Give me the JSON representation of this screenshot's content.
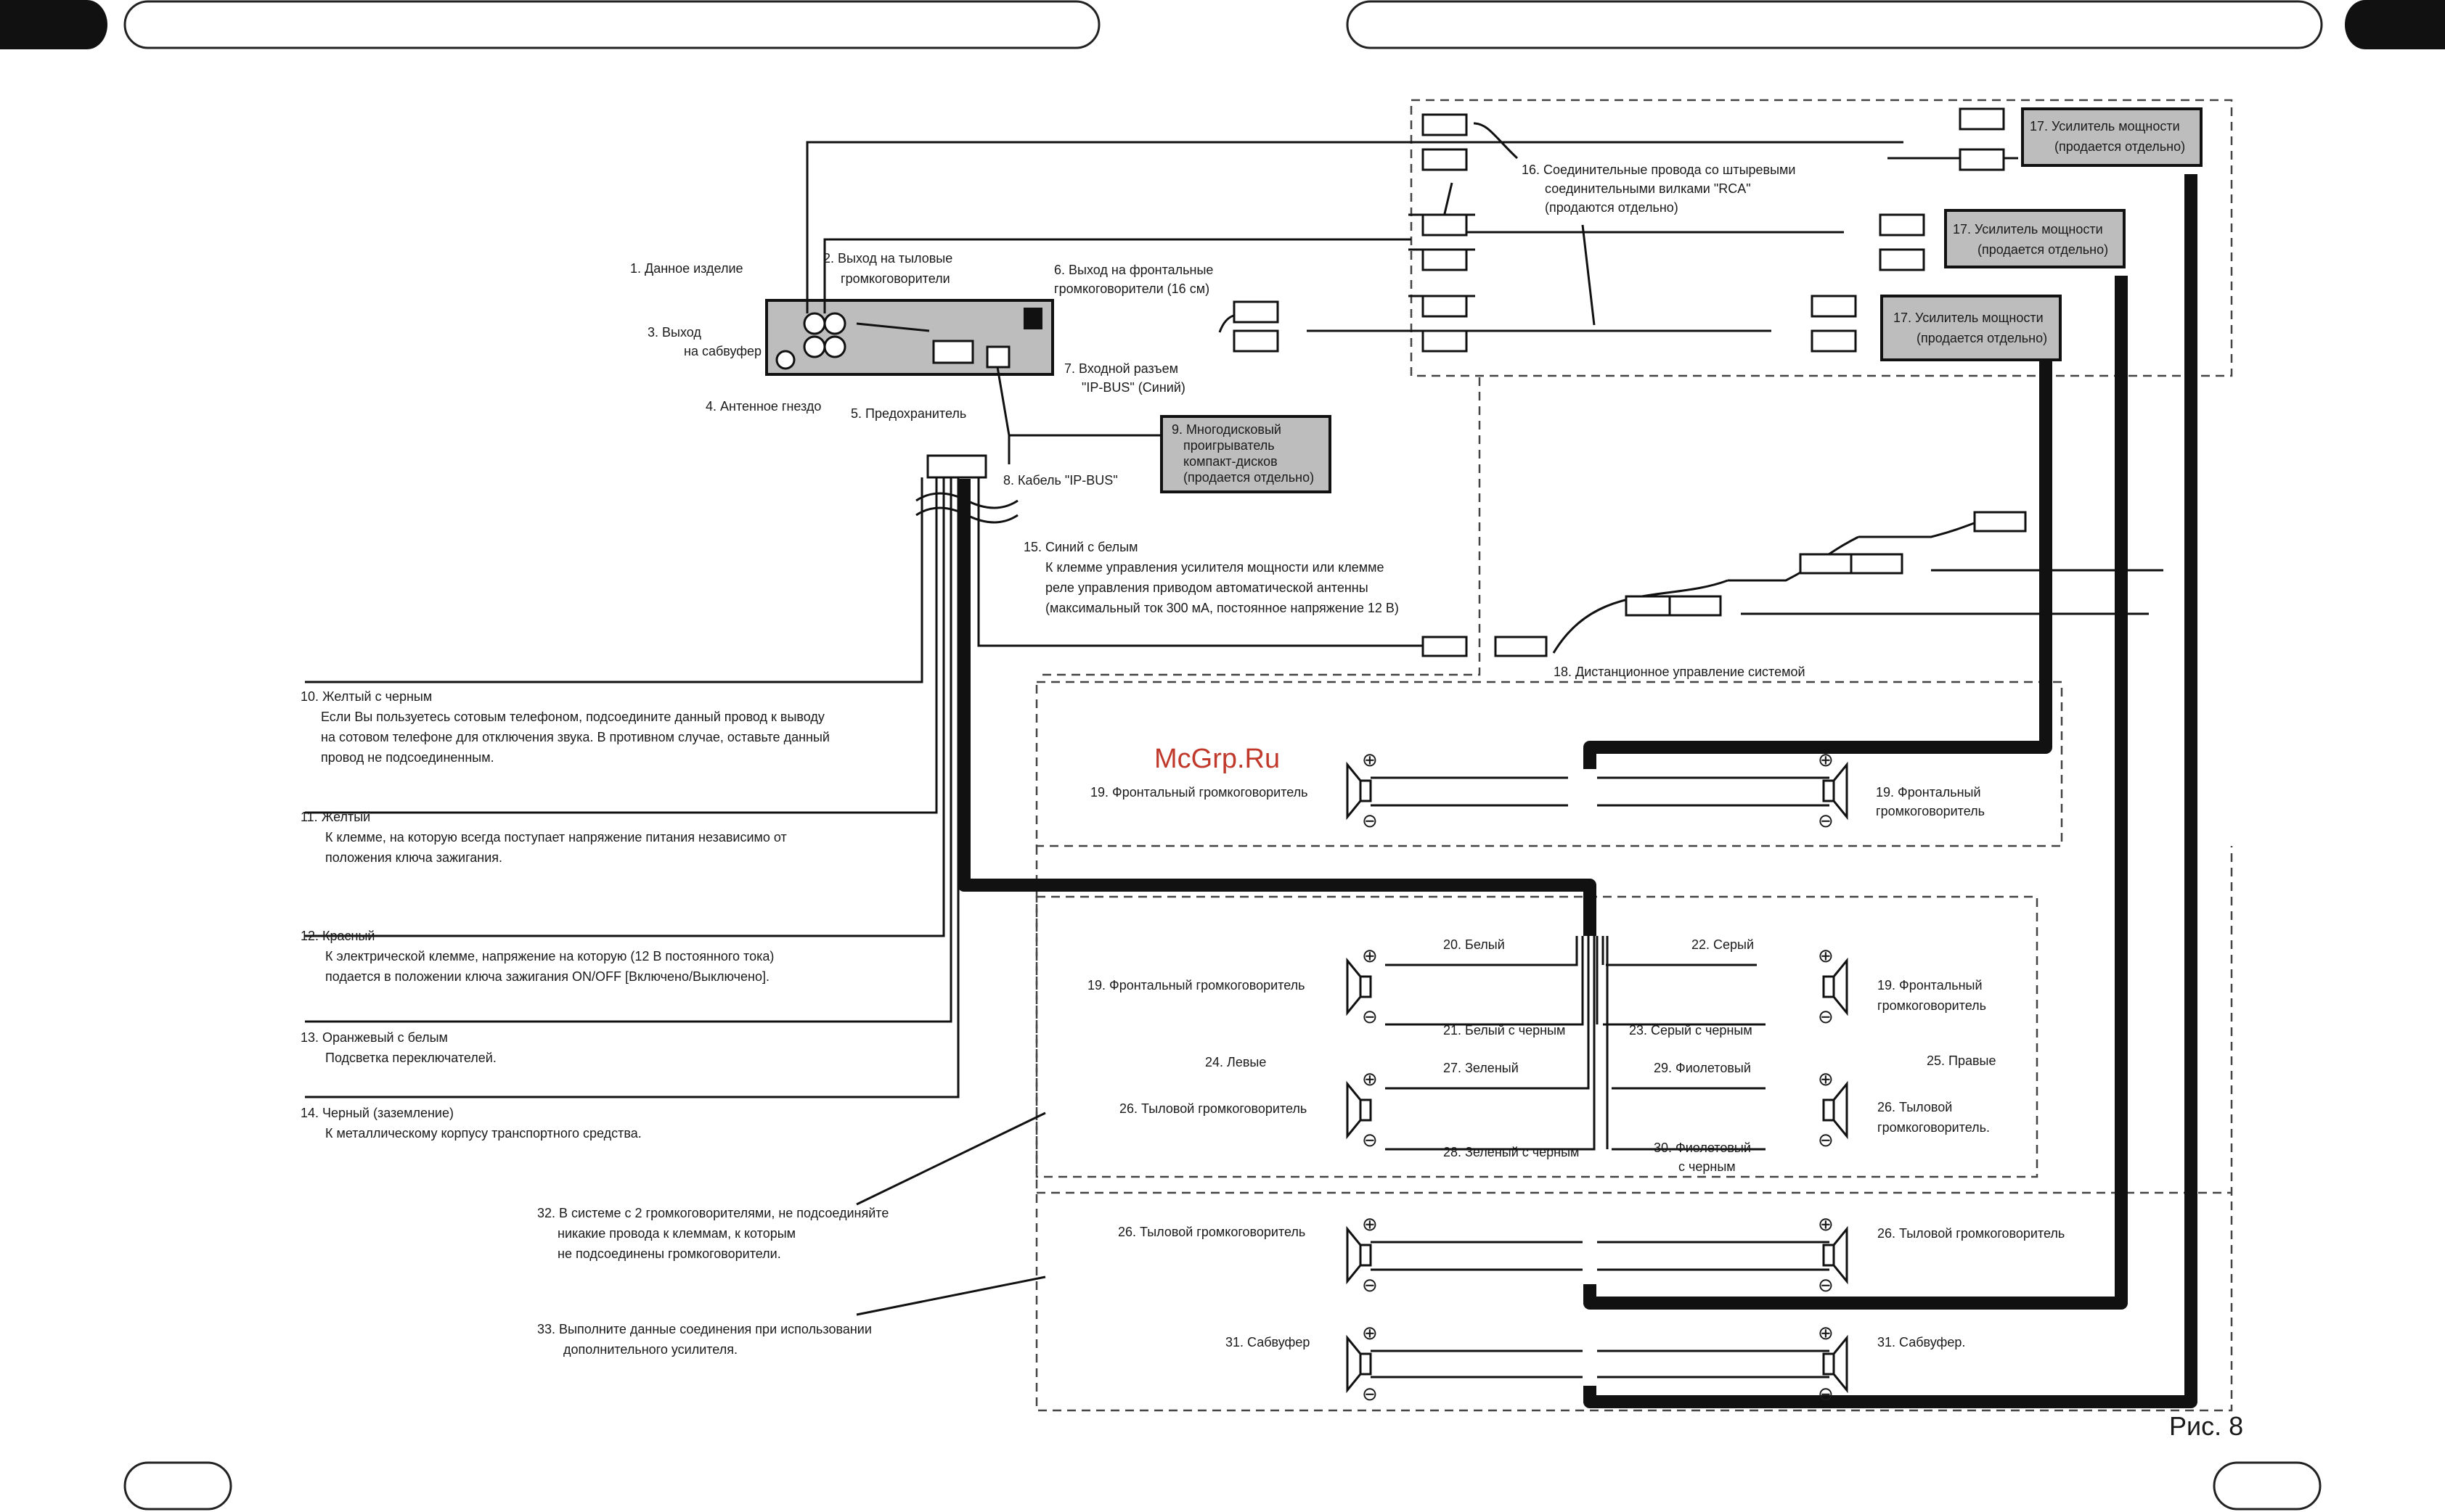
{
  "watermark": "McGrp.Ru",
  "figure_label": "Рис. 8",
  "labels": {
    "product": "1. Данное изделие",
    "rear_out_1": "2. Выход на тыловые",
    "rear_out_2": "громкоговорители",
    "sub_out_1": "3. Выход",
    "sub_out_2": "на сабвуфер",
    "antenna": "4. Антенное гнездо",
    "fuse": "5. Предохранитель",
    "front_out_1": "6. Выход на фронтальные",
    "front_out_2": "громкоговорители (16 см)",
    "ipbus_in_1": "7. Входной разъем",
    "ipbus_in_2": "\"IP-BUS\" (Синий)",
    "ipbus_cable": "8. Кабель \"IP-BUS\"",
    "cd_changer": [
      "9. Многодисковый",
      "проигрыватель",
      "компакт-дисков",
      "(продается отдельно)"
    ],
    "yellow_black": [
      "10. Желтый с черным",
      "Если Вы пользуетесь сотовым телефоном, подсоедините данный провод к выводу",
      "на сотовом телефоне для отключения звука. В противном случае, оставьте данный",
      "провод не подсоединенным."
    ],
    "yellow": [
      "11. Желтый",
      "К клемме, на которую всегда поступает напряжение питания независимо от",
      "положения ключа зажигания."
    ],
    "red": [
      "12. Красный",
      "К электрической клемме, напряжение на которую (12 В постоянного тока)",
      "подается в положении ключа зажигания ON/OFF [Включено/Выключено]."
    ],
    "orange_white": [
      "13. Оранжевый с белым",
      "Подсветка переключателей."
    ],
    "black_ground": [
      "14. Черный (заземление)",
      "К металлическому корпусу транспортного средства."
    ],
    "blue_white": [
      "15. Синий с белым",
      "К клемме управления усилителя мощности или клемме",
      "реле управления приводом автоматической антенны",
      "(максимальный ток 300 мА, постоянное напряжение 12 В)"
    ],
    "rca": [
      "16. Соединительные провода со штыревыми",
      "соединительными вилками \"RCA\"",
      "(продаются отдельно)"
    ],
    "amp": [
      "17. Усилитель мощности",
      "(продается отдельно)"
    ],
    "remote": "18. Дистанционное управление системой",
    "front_spk": "19. Фронтальный громкоговоритель",
    "front_spk_r": [
      "19. Фронтальный",
      "громкоговоритель"
    ],
    "white": "20. Белый",
    "white_black": "21. Белый с черным",
    "gray": "22. Серый",
    "gray_black": "23. Серый с черным",
    "left": "24. Левые",
    "right": "25. Правые",
    "rear_spk": "26. Тыловой громкоговоритель",
    "rear_spk_r1": [
      "26. Тыловой",
      "громкоговоритель."
    ],
    "rear_spk_r2": "26. Тыловой громкоговоритель",
    "green": "27. Зеленый",
    "green_black": "28. Зеленый с черным",
    "violet": "29. Фиолетовый",
    "violet_black": [
      "30. Фиолетовый",
      "с черным"
    ],
    "sub_l": "31. Сабвуфер",
    "sub_r": "31. Сабвуфер.",
    "note_32": [
      "32. В системе с 2 громкоговорителями, не подсоединяйте",
      "никакие провода к клеммам, к которым",
      "не подсоединены громкоговорители."
    ],
    "note_33": [
      "33. Выполните данные соединения при использовании",
      "дополнительного усилителя."
    ],
    "plus": "⊕",
    "minus": "⊖"
  }
}
